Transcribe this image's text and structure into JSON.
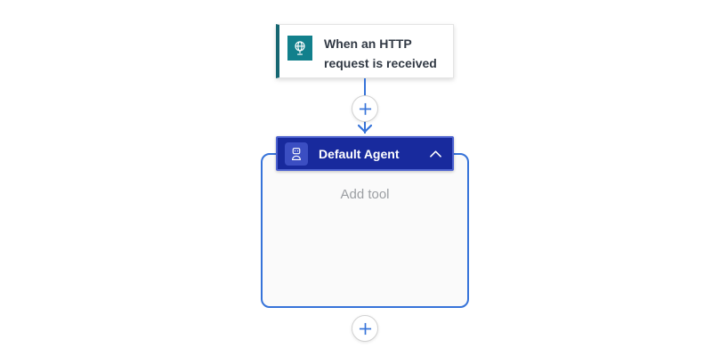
{
  "app": {
    "name": "flow-designer-canvas",
    "background": "#ffffff"
  },
  "trigger": {
    "title": "When an HTTP request is received",
    "icon": "globe-on-stand-icon",
    "icon_bg": "#12808c",
    "accent_color": "#156671",
    "text_color": "#323a45"
  },
  "agent": {
    "title": "Default Agent",
    "placeholder": "Add tool",
    "icon": "robot-agent-icon",
    "header_bg": "#182a9d",
    "header_border": "#4c61cf",
    "icon_bg": "#3b4ec2",
    "collapse_icon": "chevron-up-icon",
    "container_border": "#3673d9",
    "container_bg": "#fafafa",
    "placeholder_color": "#9b9ea2"
  },
  "connector": {
    "color": "#3673d9",
    "arrow_icon": "arrow-down-icon",
    "insert_step_icon": "plus-icon",
    "add_tool_icon": "plus-icon",
    "add_action_icon": "plus-icon"
  }
}
